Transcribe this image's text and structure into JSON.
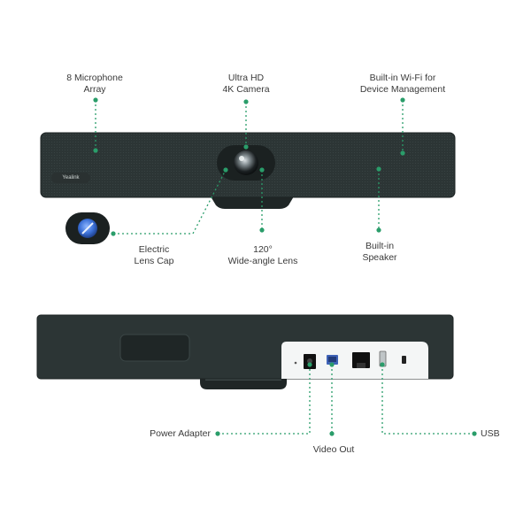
{
  "callouts": {
    "mic_array": {
      "line1": "8 Microphone",
      "line2": "Array"
    },
    "camera": {
      "line1": "Ultra HD",
      "line2": "4K Camera"
    },
    "wifi": {
      "line1": "Built-in Wi-Fi for",
      "line2": "Device Management"
    },
    "lens_cap": {
      "line1": "Electric",
      "line2": "Lens Cap"
    },
    "wide_lens": {
      "line1": "120°",
      "line2": "Wide-angle Lens"
    },
    "speaker": {
      "line1": "Built-in",
      "line2": "Speaker"
    },
    "power": {
      "text": "Power Adapter"
    },
    "video_out": {
      "text": "Video Out"
    },
    "usb": {
      "text": "USB"
    }
  },
  "brand_logo": "Yealink",
  "colors": {
    "accent": "#2a9d6a",
    "device_body": "#2c3535",
    "device_dark": "#1f2626",
    "label": "#3a3a3a"
  }
}
